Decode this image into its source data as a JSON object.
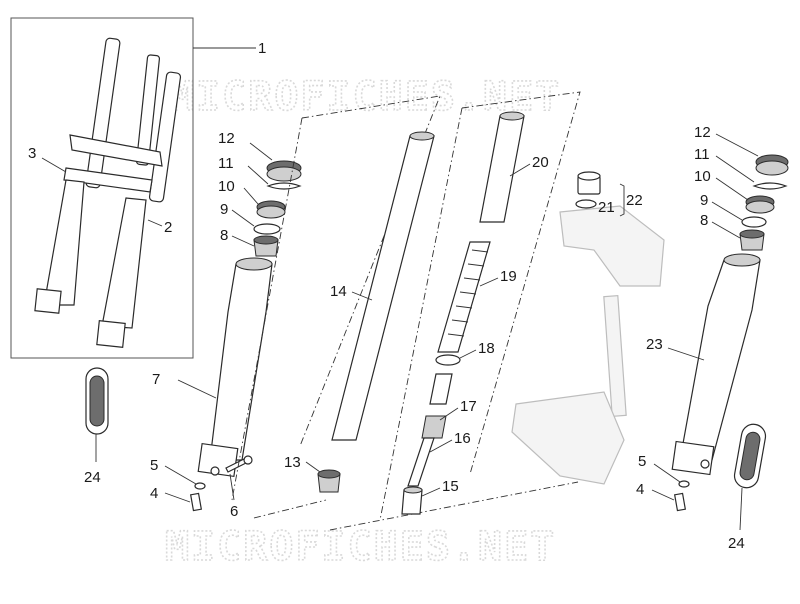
{
  "watermark": "MICROFICHES.NET",
  "callouts": [
    "1",
    "2",
    "3",
    "4",
    "5",
    "6",
    "7",
    "8",
    "9",
    "10",
    "11",
    "12",
    "13",
    "14",
    "15",
    "16",
    "17",
    "18",
    "19",
    "20",
    "21",
    "22",
    "23",
    "24"
  ],
  "right_callouts": {
    "c12": "12",
    "c11": "11",
    "c10": "10",
    "c9": "9",
    "c8": "8",
    "c23": "23",
    "c5": "5",
    "c4": "4",
    "c24": "24"
  }
}
